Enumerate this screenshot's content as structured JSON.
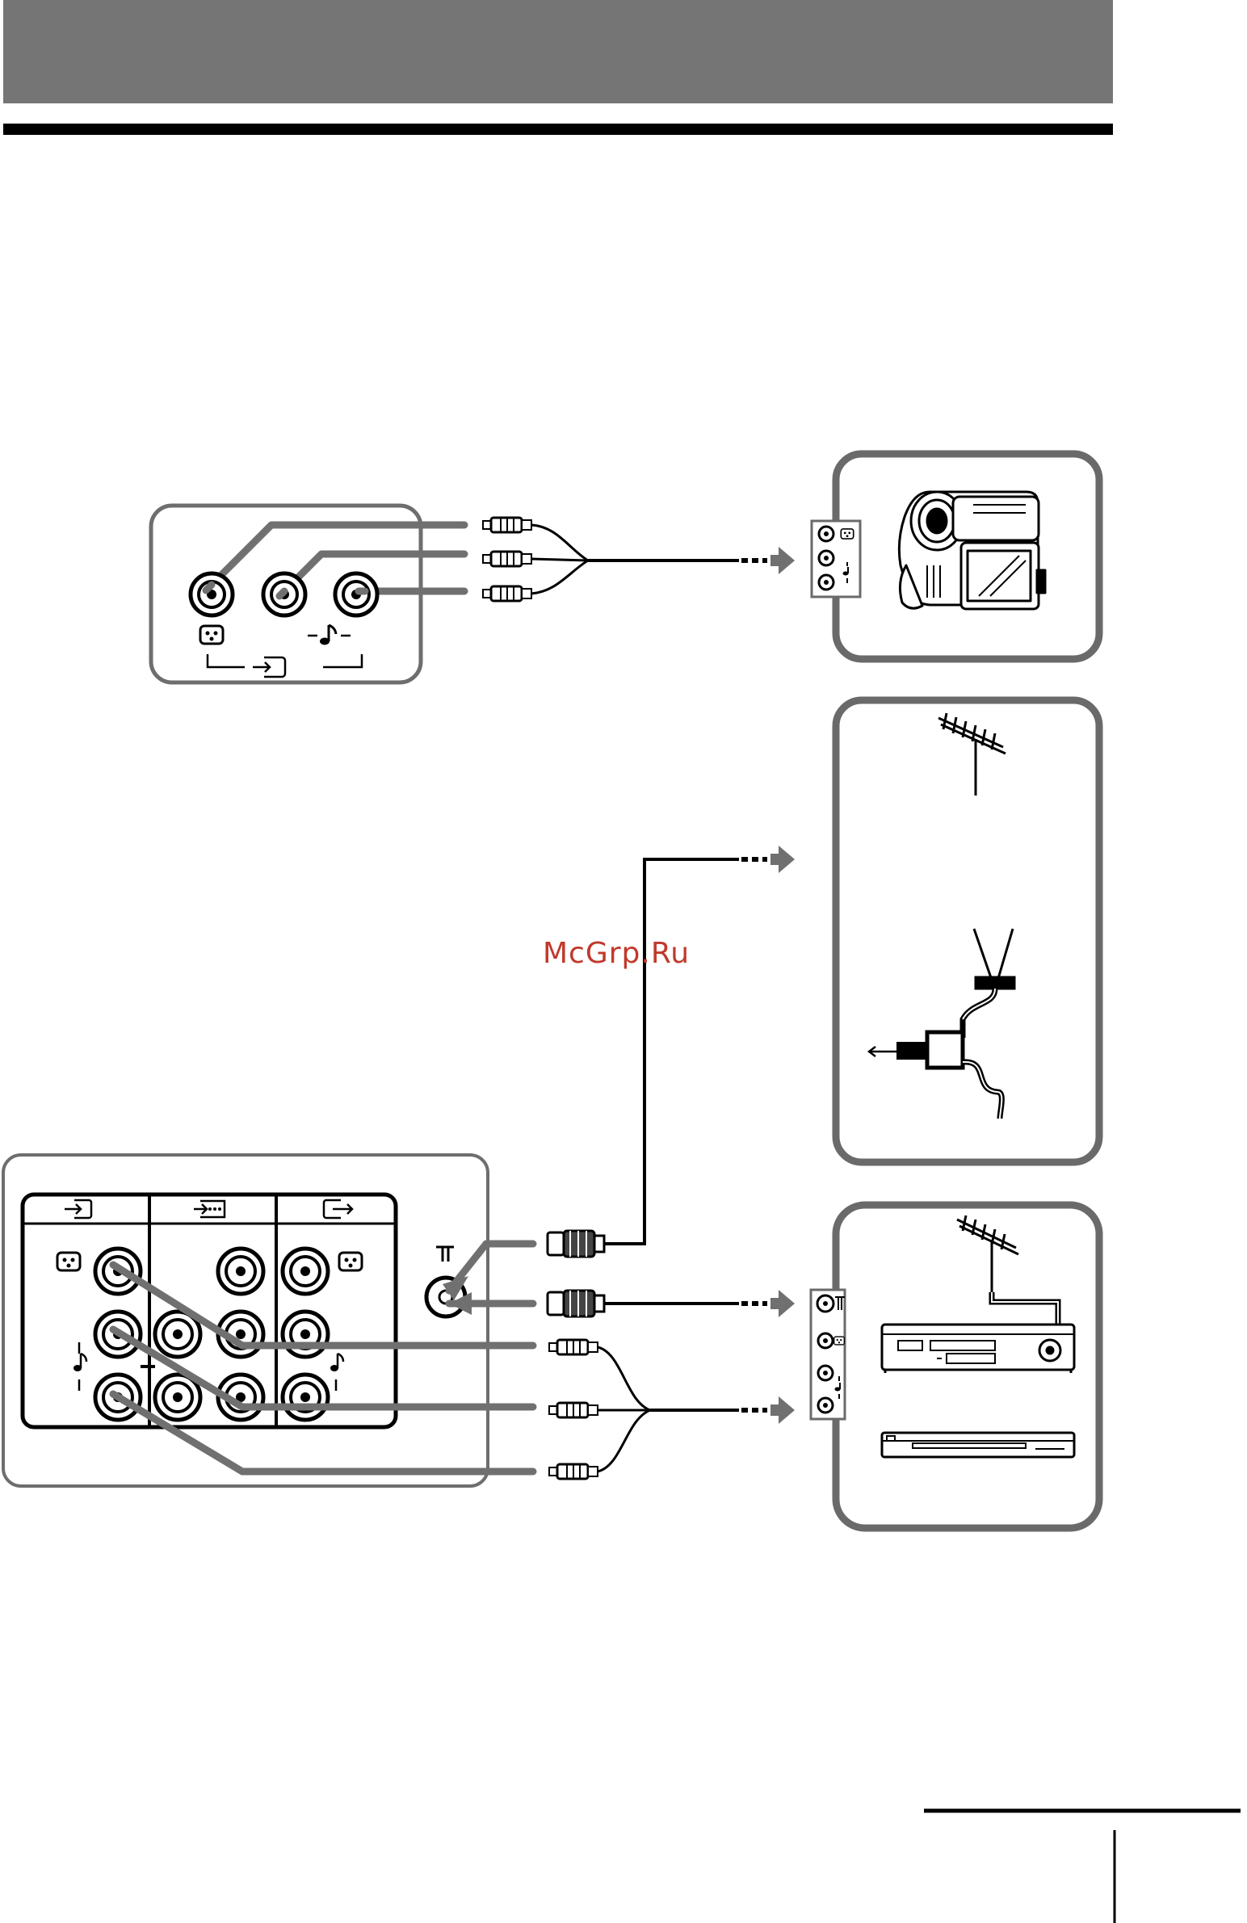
{
  "watermark": "McGrp.Ru",
  "colors": {
    "header_band": "#757575",
    "rule": "#000000",
    "panel_border": "#6e6e6e",
    "cable_gray": "#707070",
    "cable_black": "#000000",
    "device_border": "#6a6a6a",
    "watermark": "#c0392b"
  },
  "diagram": {
    "header_band": "header-band",
    "top_rule": "top-rule",
    "front_panel": {
      "jacks": [
        "video-jack",
        "audio-left-jack",
        "audio-right-jack"
      ],
      "labels": [
        "video-icon",
        "audio-icon",
        "input-icon"
      ]
    },
    "camcorder_box": {
      "device_icon": "camcorder-icon",
      "jack_icons": [
        "video-icon",
        "audio-icon"
      ]
    },
    "antenna_box": {
      "device_icons": [
        "outdoor-antenna-icon",
        "rabbit-ear-antenna-icon",
        "splitter-icon"
      ]
    },
    "rear_panel": {
      "sections": [
        "input-icon",
        "s-video-input-icon",
        "output-icon"
      ],
      "antenna_label_icon": "antenna-terminal-icon"
    },
    "vcr_box": {
      "device_icons": [
        "outdoor-antenna-icon",
        "vcr-icon",
        "dvd-player-icon"
      ],
      "jack_icons": [
        "antenna-terminal-icon",
        "video-icon",
        "audio-icon"
      ]
    },
    "footer_rule": "footer-rule"
  }
}
